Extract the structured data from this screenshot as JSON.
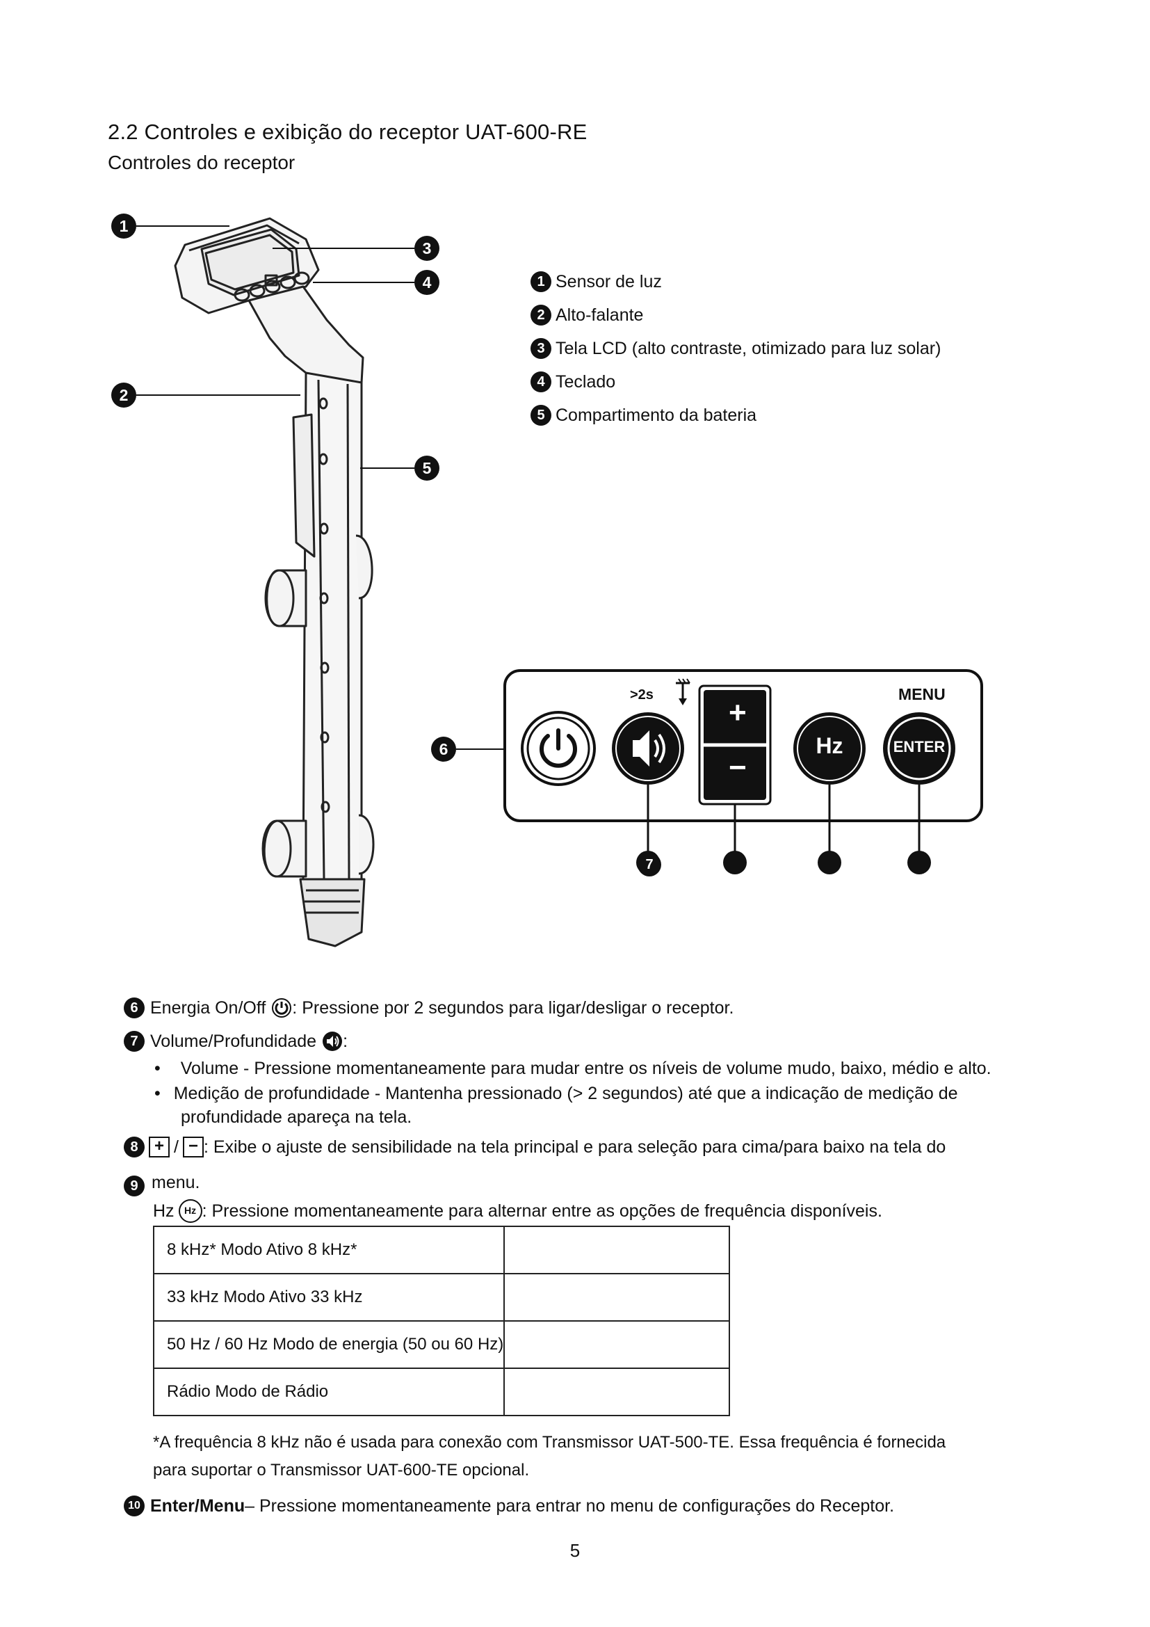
{
  "heading": "2.2 Controles e exibição do receptor UAT-600-RE",
  "subheading": "Controles do receptor",
  "callouts": {
    "c1": "1",
    "c2": "2",
    "c3": "3",
    "c4": "4",
    "c5": "5",
    "c6": "6",
    "c7": "7"
  },
  "legend": [
    {
      "num": "1",
      "text": "Sensor de luz"
    },
    {
      "num": "2",
      "text": "Alto-falante"
    },
    {
      "num": "3",
      "text": "Tela LCD (alto contraste, otimizado para luz solar)"
    },
    {
      "num": "4",
      "text": "Teclado"
    },
    {
      "num": "5",
      "text": "Compartimento da bateria"
    }
  ],
  "keypad": {
    "hold_label": ">2s",
    "menu_label": "MENU",
    "hz_label": "Hz",
    "enter_label": "ENTER",
    "plus": "+",
    "minus": "−"
  },
  "items": {
    "i6": {
      "num": "6",
      "title": "Energia On/Off",
      "text": ": Pressione por 2 segundos para ligar/desligar o receptor."
    },
    "i7": {
      "num": "7",
      "title": "Volume/Profundidade",
      "text": ":"
    },
    "bullet1": "Volume - Pressione momentaneamente para mudar entre os níveis de volume mudo, baixo, médio e alto.",
    "bullet2a": "Medição de profundidade - Mantenha pressionado (> 2 segundos) até que a indicação de medição de",
    "bullet2b": "profundidade apareça na tela.",
    "i8": {
      "num": "8",
      "plus": "+",
      "slash": "/",
      "minus": "−",
      "text": ": Exibe o ajuste de sensibilidade na tela principal e para seleção para cima/para baixo na tela do"
    },
    "i9": {
      "num": "9",
      "text": "menu."
    },
    "hz_line": {
      "label": "Hz",
      "icon": "Hz",
      "text": ": Pressione momentaneamente para alternar entre as opções de frequência disponíveis."
    },
    "i10": {
      "num": "10",
      "title": "Enter/Menu",
      "text": " – Pressione momentaneamente para entrar no menu de configurações do Receptor."
    }
  },
  "freq_table": [
    [
      "8 kHz* Modo Ativo 8 kHz*",
      ""
    ],
    [
      "33 kHz Modo Ativo 33 kHz",
      ""
    ],
    [
      "50 Hz / 60 Hz Modo de energia (50 ou 60 Hz)",
      ""
    ],
    [
      "Rádio Modo de Rádio",
      ""
    ]
  ],
  "footnote_a": "*A frequência 8 kHz não é usada para conexão com Transmissor UAT-500-TE. Essa frequência é fornecida",
  "footnote_b": "para suportar o Transmissor UAT-600-TE opcional.",
  "page_number": "5"
}
